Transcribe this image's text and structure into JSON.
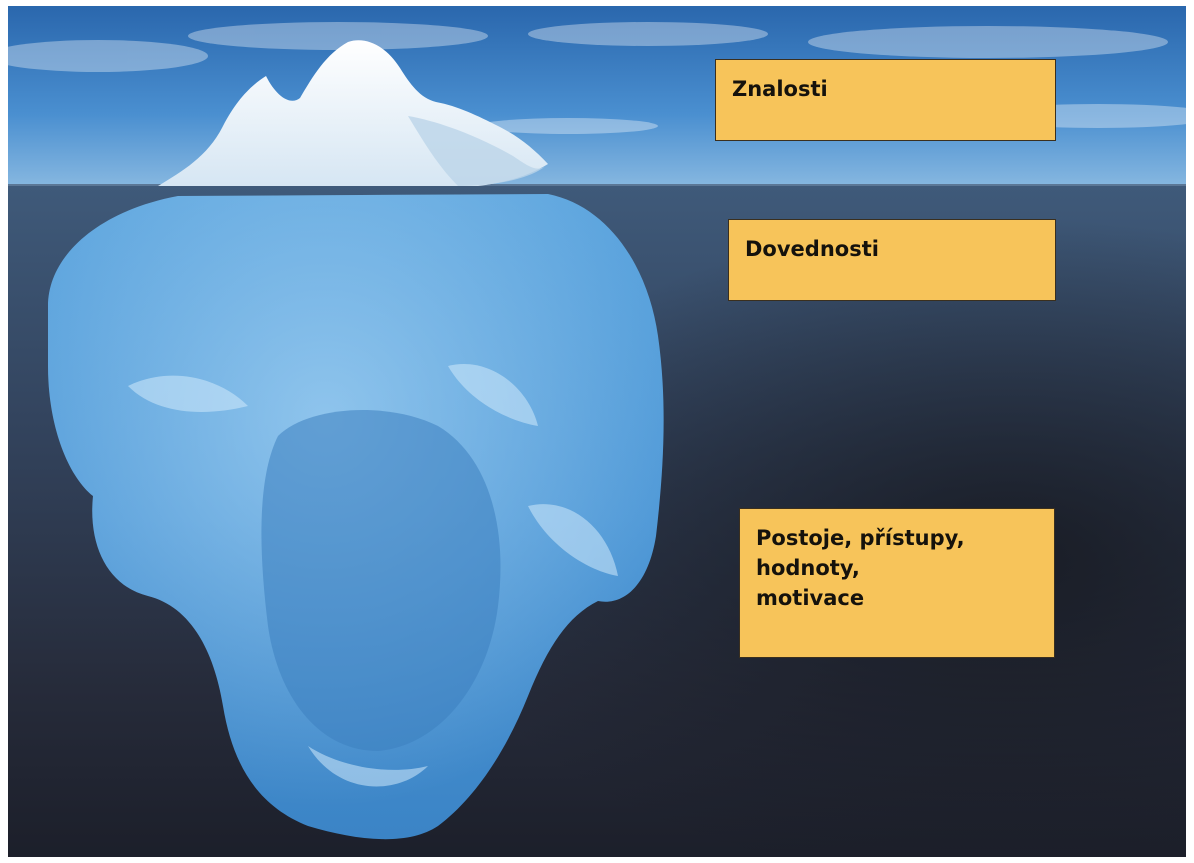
{
  "iceberg_labels": {
    "knowledge": "Znalosti",
    "skills": "Dovednosti",
    "attitudes": "Postoje, přístupy,\nhodnoty,\nmotivace"
  },
  "colors": {
    "label_fill": "#f7c45a",
    "label_border": "#3a2f1e",
    "sky_top": "#2e6fb5",
    "sky_bottom": "#7fb1de",
    "water_surface": "#3e5775",
    "water_deep": "#1a1e29",
    "ice_snow": "#f4f8fb",
    "ice_underwater": "#4f9ddd"
  },
  "image_elements": {
    "sky": "sky-with-clouds",
    "water": "dark-ocean",
    "iceberg_top": "iceberg-tip-above-water",
    "iceberg_bottom": "iceberg-mass-below-water"
  }
}
